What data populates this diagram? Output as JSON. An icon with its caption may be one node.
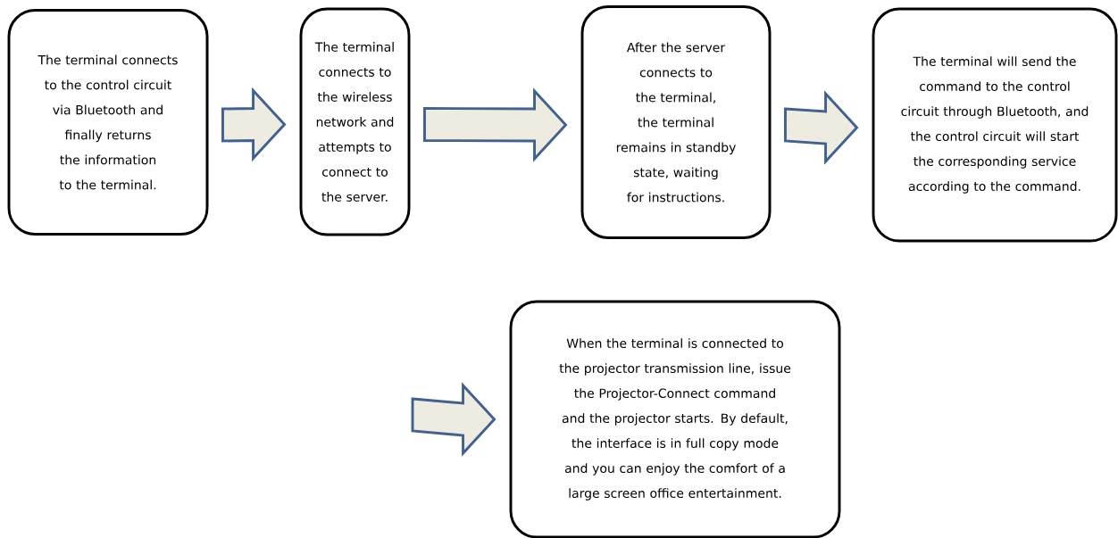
{
  "diagram": {
    "nodes": [
      {
        "text": [
          "The terminal connects to the control circuit via Bluetooth and finally returns the information to the terminal."
        ]
      },
      {
        "text": [
          "The terminal connects to the wireless network and attempts to connect to the server."
        ]
      },
      {
        "text": [
          "After the server connects to the terminal, the terminal remains in standby state, waiting for instructions."
        ]
      },
      {
        "text": [
          "The terminal will send the command to the control circuit through Bluetooth, and the control circuit will start the corresponding service according to the command."
        ]
      },
      {
        "text": [
          "When the terminal is connected to the projector transmission line, issue the Projector-Connect command and the projector starts. By default, the interface is in full copy mode and you can enjoy the comfort of a large screen office entertainment."
        ]
      }
    ],
    "edges": [
      {
        "from": 0,
        "to": 1,
        "arrow": "to"
      },
      {
        "from": 1,
        "to": 2,
        "arrow": "to"
      },
      {
        "from": 2,
        "to": 3,
        "arrow": "to"
      },
      {
        "from": null,
        "to": 4,
        "arrow": "to"
      }
    ]
  }
}
